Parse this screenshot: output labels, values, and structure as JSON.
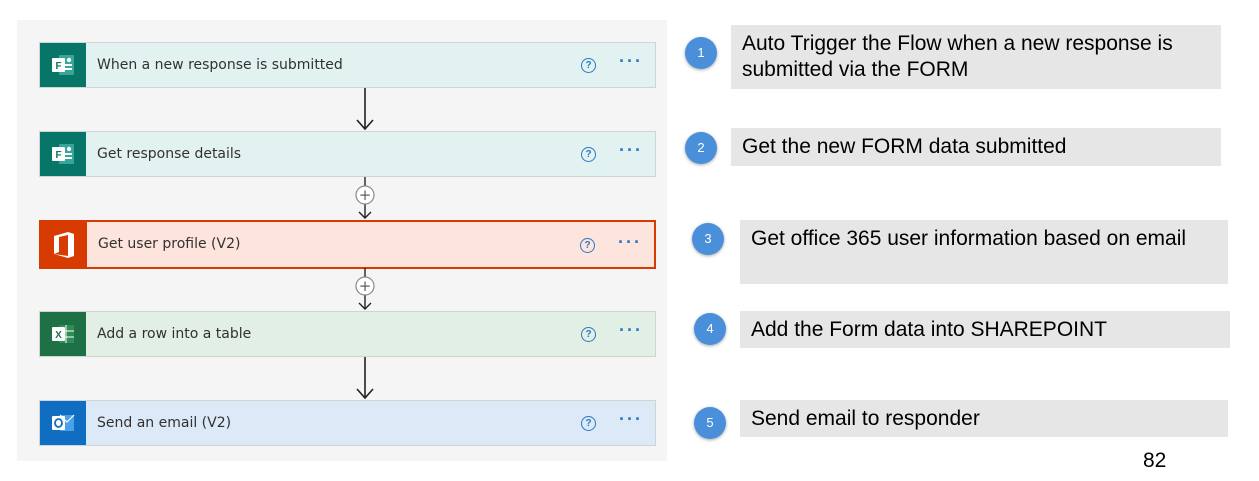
{
  "flow": {
    "cards": [
      {
        "title": "When a new response is submitted",
        "help": "?",
        "more": "···",
        "icon": "forms-icon",
        "bg": "#e2f2f1",
        "iconbg": "#077568"
      },
      {
        "title": "Get response details",
        "help": "?",
        "more": "···",
        "icon": "forms-icon",
        "bg": "#e2f2f1",
        "iconbg": "#077568"
      },
      {
        "title": "Get user profile (V2)",
        "help": "?",
        "more": "···",
        "icon": "office-icon",
        "bg": "#fde4dc",
        "iconbg": "#d83b01"
      },
      {
        "title": "Add a row into a table",
        "help": "?",
        "more": "···",
        "icon": "excel-icon",
        "bg": "#e1efe5",
        "iconbg": "#1e7145"
      },
      {
        "title": "Send an email (V2)",
        "help": "?",
        "more": "···",
        "icon": "outlook-icon",
        "bg": "#dce9f7",
        "iconbg": "#0f6dc2"
      }
    ],
    "plus_symbol": "+"
  },
  "steps": [
    {
      "number": "1",
      "text": "Auto Trigger the Flow when a new response is submitted via the FORM"
    },
    {
      "number": "2",
      "text": "Get the new FORM data submitted"
    },
    {
      "number": "3",
      "text": "Get office 365 user information based on email"
    },
    {
      "number": "4",
      "text": "Add the Form data into SHAREPOINT"
    },
    {
      "number": "5",
      "text": "Send email to responder"
    }
  ],
  "page_number": "82"
}
